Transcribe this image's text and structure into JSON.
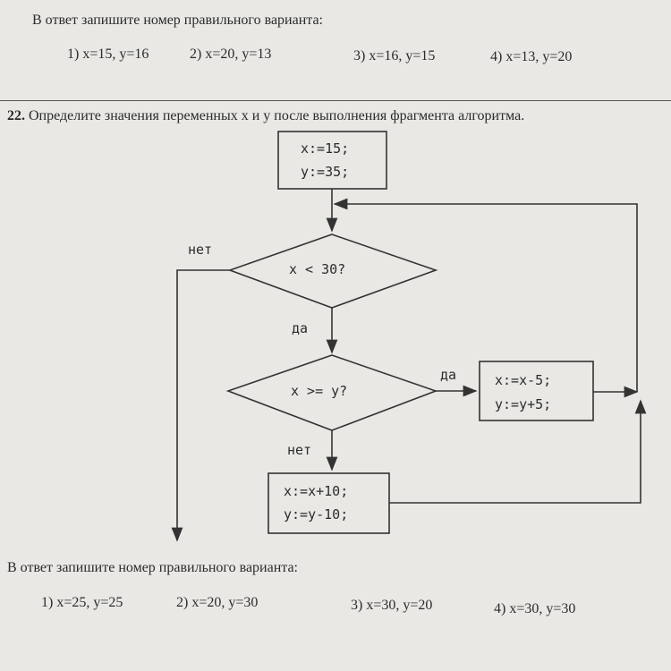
{
  "prev_question": {
    "instruction": "В ответ запишите номер правильного варианта:",
    "options": [
      "1) x=15, y=16",
      "2) x=20, y=13",
      "3) x=16, y=15",
      "4) x=13, y=20"
    ]
  },
  "task": {
    "number": "22.",
    "text": "Определите значения переменных x и y после выполнения фрагмента алгоритма."
  },
  "flowchart": {
    "init_line1": "x:=15;",
    "init_line2": "y:=35;",
    "cond1": "x < 30?",
    "cond1_no": "нет",
    "cond1_yes": "да",
    "cond2": "x >= y?",
    "cond2_yes": "да",
    "cond2_no": "нет",
    "yes_line1": "x:=x-5;",
    "yes_line2": "y:=y+5;",
    "no_line1": "x:=x+10;",
    "no_line2": "y:=y-10;"
  },
  "answer": {
    "instruction": "В ответ запишите номер правильного варианта:",
    "options": [
      "1) x=25, y=25",
      "2) x=20, y=30",
      "3) x=30, y=20",
      "4) x=30, y=30"
    ]
  }
}
